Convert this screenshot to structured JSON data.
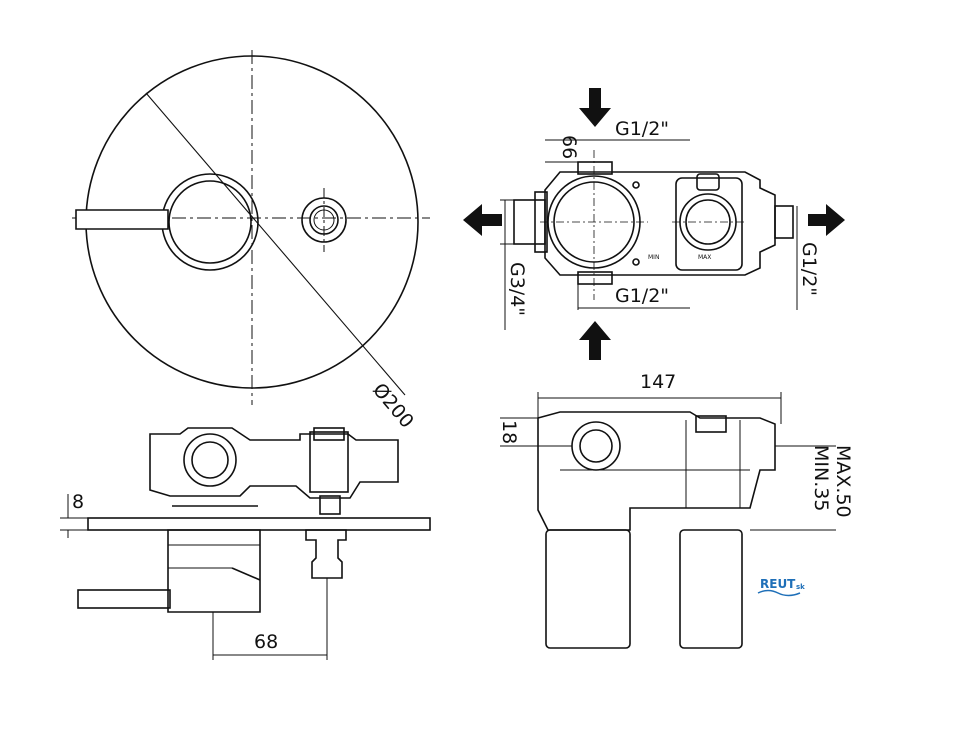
{
  "labels": {
    "diameter": "Ø200",
    "dim_66": "66",
    "thread_top": "G1/2\"",
    "thread_bottom": "G1/2\"",
    "thread_left": "G3/4\"",
    "thread_right": "G1/2\"",
    "dim_147": "147",
    "dim_18": "18",
    "dim_max": "MAX.50",
    "dim_min": "MIN.35",
    "dim_8": "8",
    "dim_68": "68",
    "mark_min": "MIN",
    "mark_max": "MAX"
  },
  "logo": {
    "main": "REUT",
    "suffix": "sk"
  },
  "colors": {
    "line": "#111111",
    "logo": "#1e6fb8"
  }
}
